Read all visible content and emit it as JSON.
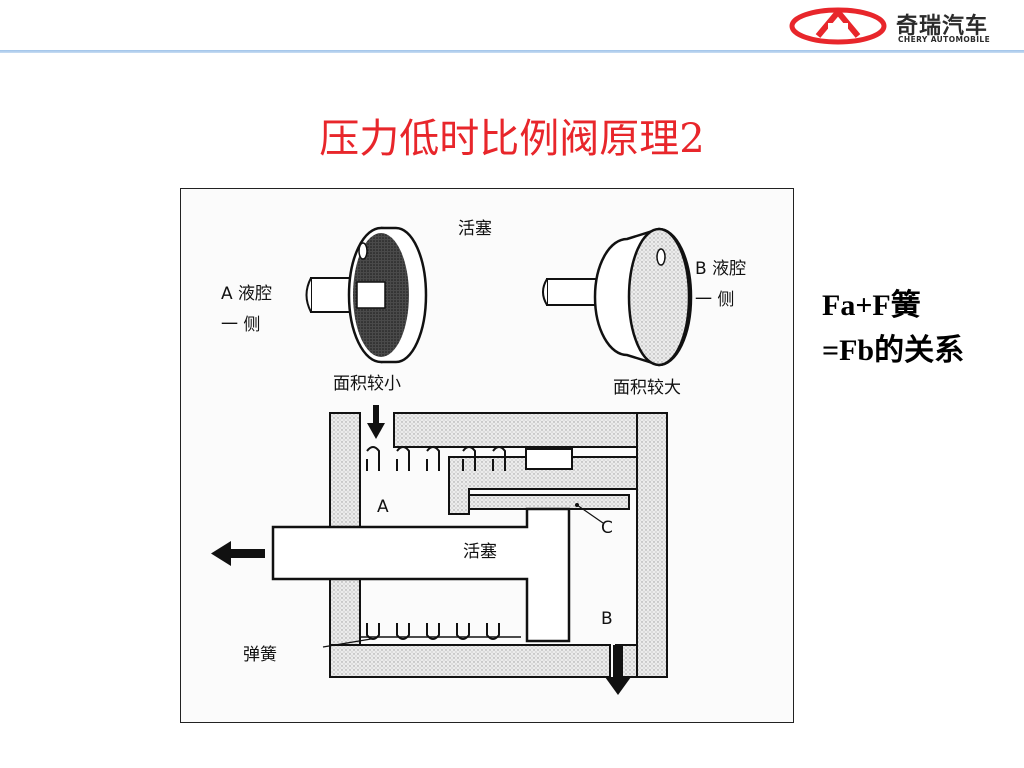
{
  "header": {
    "logo_cn": "奇瑞汽车",
    "logo_en": "CHERY AUTOMOBILE",
    "accent_color": "#e8262b",
    "line_color": "#9fc3ea"
  },
  "slide": {
    "title": "压力低时比例阀原理2"
  },
  "figure": {
    "label_piston_top": "活塞",
    "label_a_side": "A 液腔",
    "label_a_side2": "一 侧",
    "label_b_side": "B 液腔",
    "label_b_side2": "一 侧",
    "label_small_area": "面积较小",
    "label_large_area": "面积较大",
    "label_A": "A",
    "label_C": "C",
    "label_B": "B",
    "label_piston_body": "活塞",
    "label_spring": "弹簧"
  },
  "formula": {
    "line1": "Fa+F簧",
    "line2": "=Fb的关系"
  }
}
